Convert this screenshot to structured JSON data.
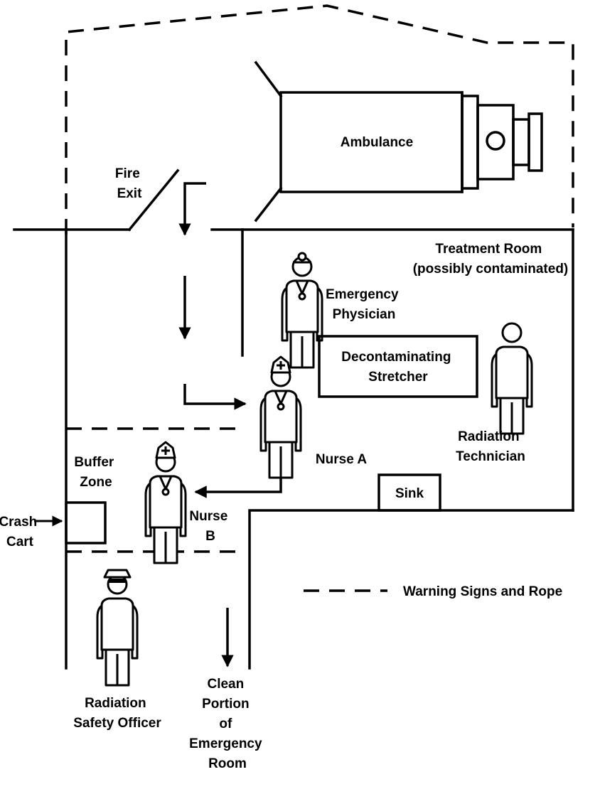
{
  "labels": {
    "ambulance": "Ambulance",
    "fire_exit": [
      "Fire",
      "Exit"
    ],
    "treatment_room": [
      "Treatment Room",
      "(possibly contaminated)"
    ],
    "emergency_physician": [
      "Emergency",
      "Physician"
    ],
    "stretcher": [
      "Decontaminating",
      "Stretcher"
    ],
    "radiation_technician": [
      "Radiation",
      "Technician"
    ],
    "nurse_a": "Nurse A",
    "nurse_b": [
      "Nurse",
      "B"
    ],
    "buffer_zone": [
      "Buffer",
      "Zone"
    ],
    "crash_cart": [
      "Crash",
      "Cart"
    ],
    "sink": "Sink",
    "legend": "Warning Signs and Rope",
    "radiation_safety_officer": [
      "Radiation",
      "Safety Officer"
    ],
    "clean_portion": [
      "Clean",
      "Portion",
      "of",
      "Emergency",
      "Room"
    ]
  },
  "colors": {
    "ink": "#000000",
    "background": "#ffffff"
  },
  "legend": {
    "line_style": "dashed",
    "meaning_label": "Warning Signs and Rope"
  }
}
